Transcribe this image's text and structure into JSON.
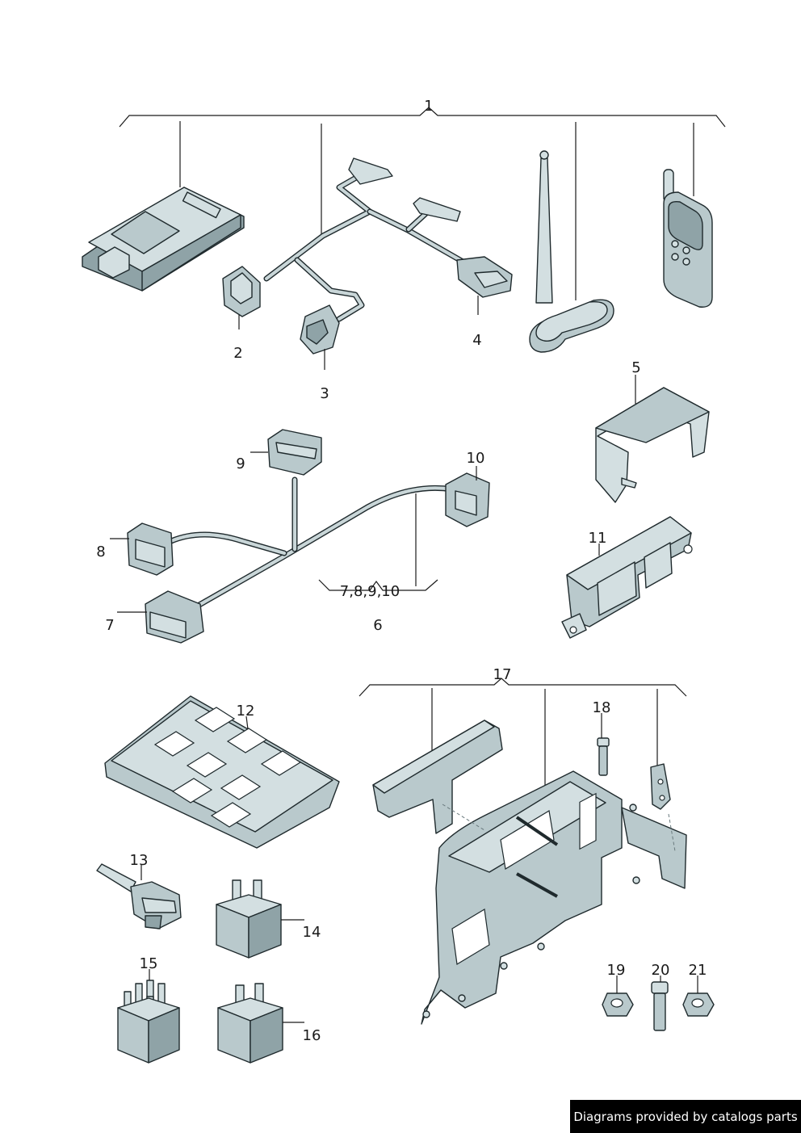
{
  "labels": {
    "p1": "1",
    "p2": "2",
    "p3": "3",
    "p4": "4",
    "p5": "5",
    "p6": "6",
    "p7": "7",
    "p8": "8",
    "p9": "9",
    "p10": "10",
    "p11": "11",
    "p12": "12",
    "p13": "13",
    "p14": "14",
    "p15": "15",
    "p16": "16",
    "p17": "17",
    "p18": "18",
    "p19": "19",
    "p20": "20",
    "p21": "21",
    "group6": "7,8,9,10"
  },
  "footer": {
    "text": "Diagrams provided by catalogs parts"
  }
}
